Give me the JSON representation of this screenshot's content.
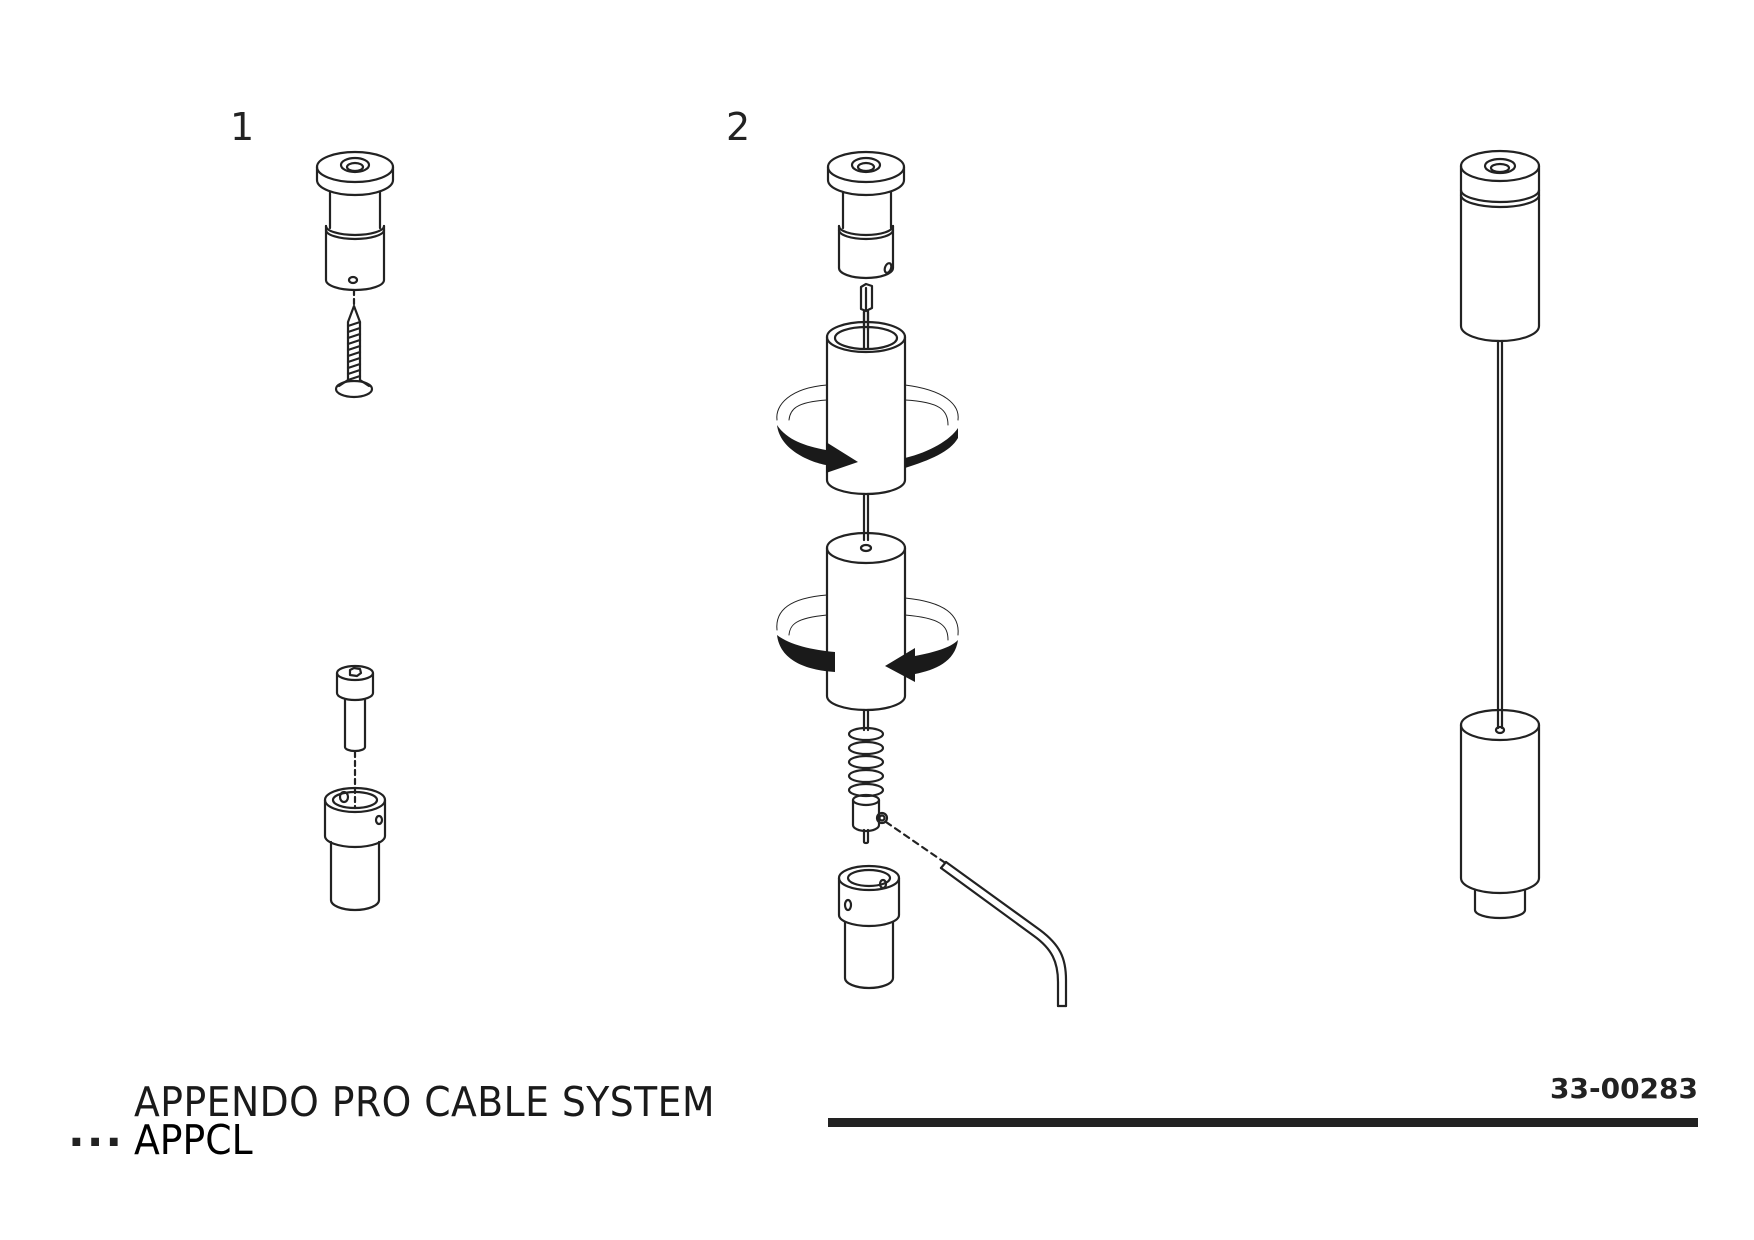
{
  "document": {
    "type": "assembly-instructions",
    "steps": [
      {
        "number": "1",
        "parts": [
          "top-fixture",
          "wood-screw",
          "hex-socket-cap-screw",
          "bottom-fixture"
        ]
      },
      {
        "number": "2",
        "parts": [
          "top-fixture",
          "hex-nut",
          "upper-sleeve",
          "lower-sleeve",
          "spring-gripper",
          "allen-key",
          "bottom-fixture"
        ],
        "rotation_arrows": [
          "clockwise-upper",
          "counterclockwise-lower"
        ]
      },
      {
        "number": "",
        "parts": [
          "assembled-top-cylinder",
          "steel-cable",
          "assembled-bottom-cylinder"
        ]
      }
    ]
  },
  "footer": {
    "dots": "...",
    "title": "APPENDO PRO CABLE SYSTEM",
    "code": "APPCL",
    "doc_number": "33-00283"
  },
  "colors": {
    "ink": "#222222",
    "paper": "#ffffff"
  }
}
